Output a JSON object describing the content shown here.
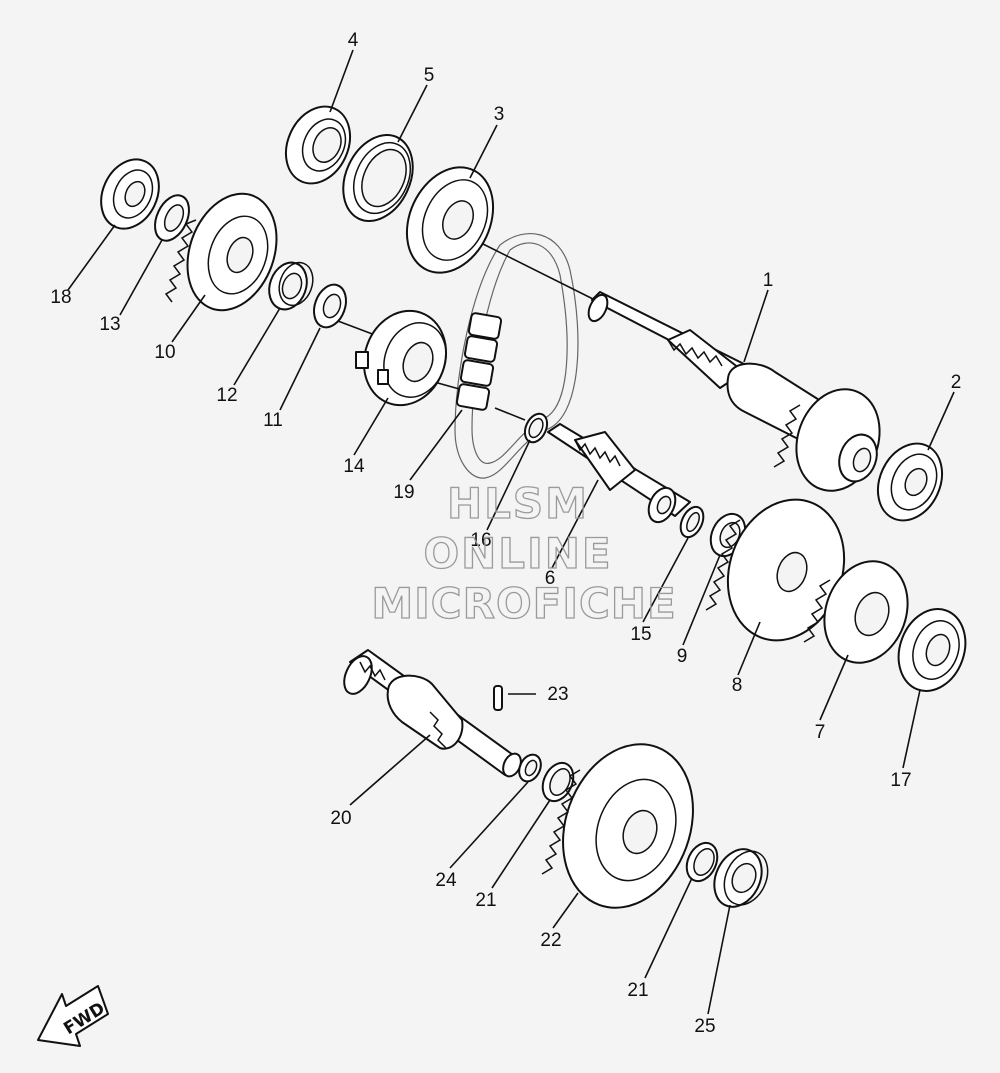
{
  "callouts": {
    "c1": "1",
    "c2": "2",
    "c3": "3",
    "c4": "4",
    "c5": "5",
    "c6": "6",
    "c7": "7",
    "c8": "8",
    "c9": "9",
    "c10": "10",
    "c11": "11",
    "c12": "12",
    "c13": "13",
    "c14": "14",
    "c15": "15",
    "c16": "16",
    "c17": "17",
    "c18": "18",
    "c19": "19",
    "c20": "20",
    "c21a": "21",
    "c21b": "21",
    "c22": "22",
    "c23": "23",
    "c24": "24",
    "c25": "25"
  },
  "watermark": {
    "line1": "HLSM",
    "line2": "ONLINE",
    "line3": "MICROFICHE"
  },
  "direction_label": "FWD"
}
